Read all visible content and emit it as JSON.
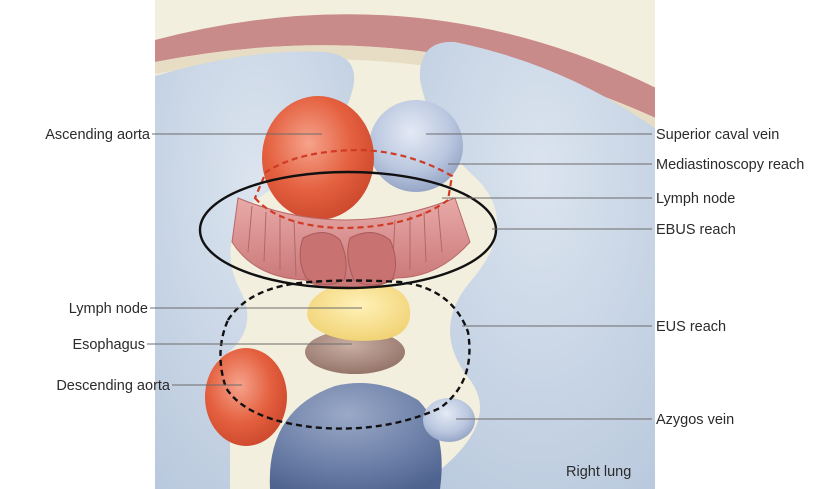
{
  "labels": {
    "ascending_aorta": "Ascending aorta",
    "superior_caval_vein": "Superior caval vein",
    "mediastinoscopy_reach": "Mediastinoscopy reach",
    "lymph_node_right": "Lymph node",
    "ebus_reach": "EBUS reach",
    "lymph_node_left": "Lymph node",
    "esophagus": "Esophagus",
    "eus_reach": "EUS reach",
    "descending_aorta": "Descending aorta",
    "azygos_vein": "Azygos vein",
    "right_lung": "Right lung"
  },
  "colors": {
    "chest_wall": "#c98a8a",
    "lung": "#c9d6e6",
    "mediastinum": "#f3efde",
    "aorta": "#e0553a",
    "caval_vein": "#b8c6de",
    "lymph_node_band": "#d99191",
    "lymph_node_yellow": "#f5df8a",
    "esophagus": "#a5857a",
    "azygos": "#c4cfe4",
    "spine": "#6c7fa6",
    "mediastinoscopy_line": "#cf3b25",
    "ebus_line": "#111111",
    "eus_line": "#111111"
  }
}
